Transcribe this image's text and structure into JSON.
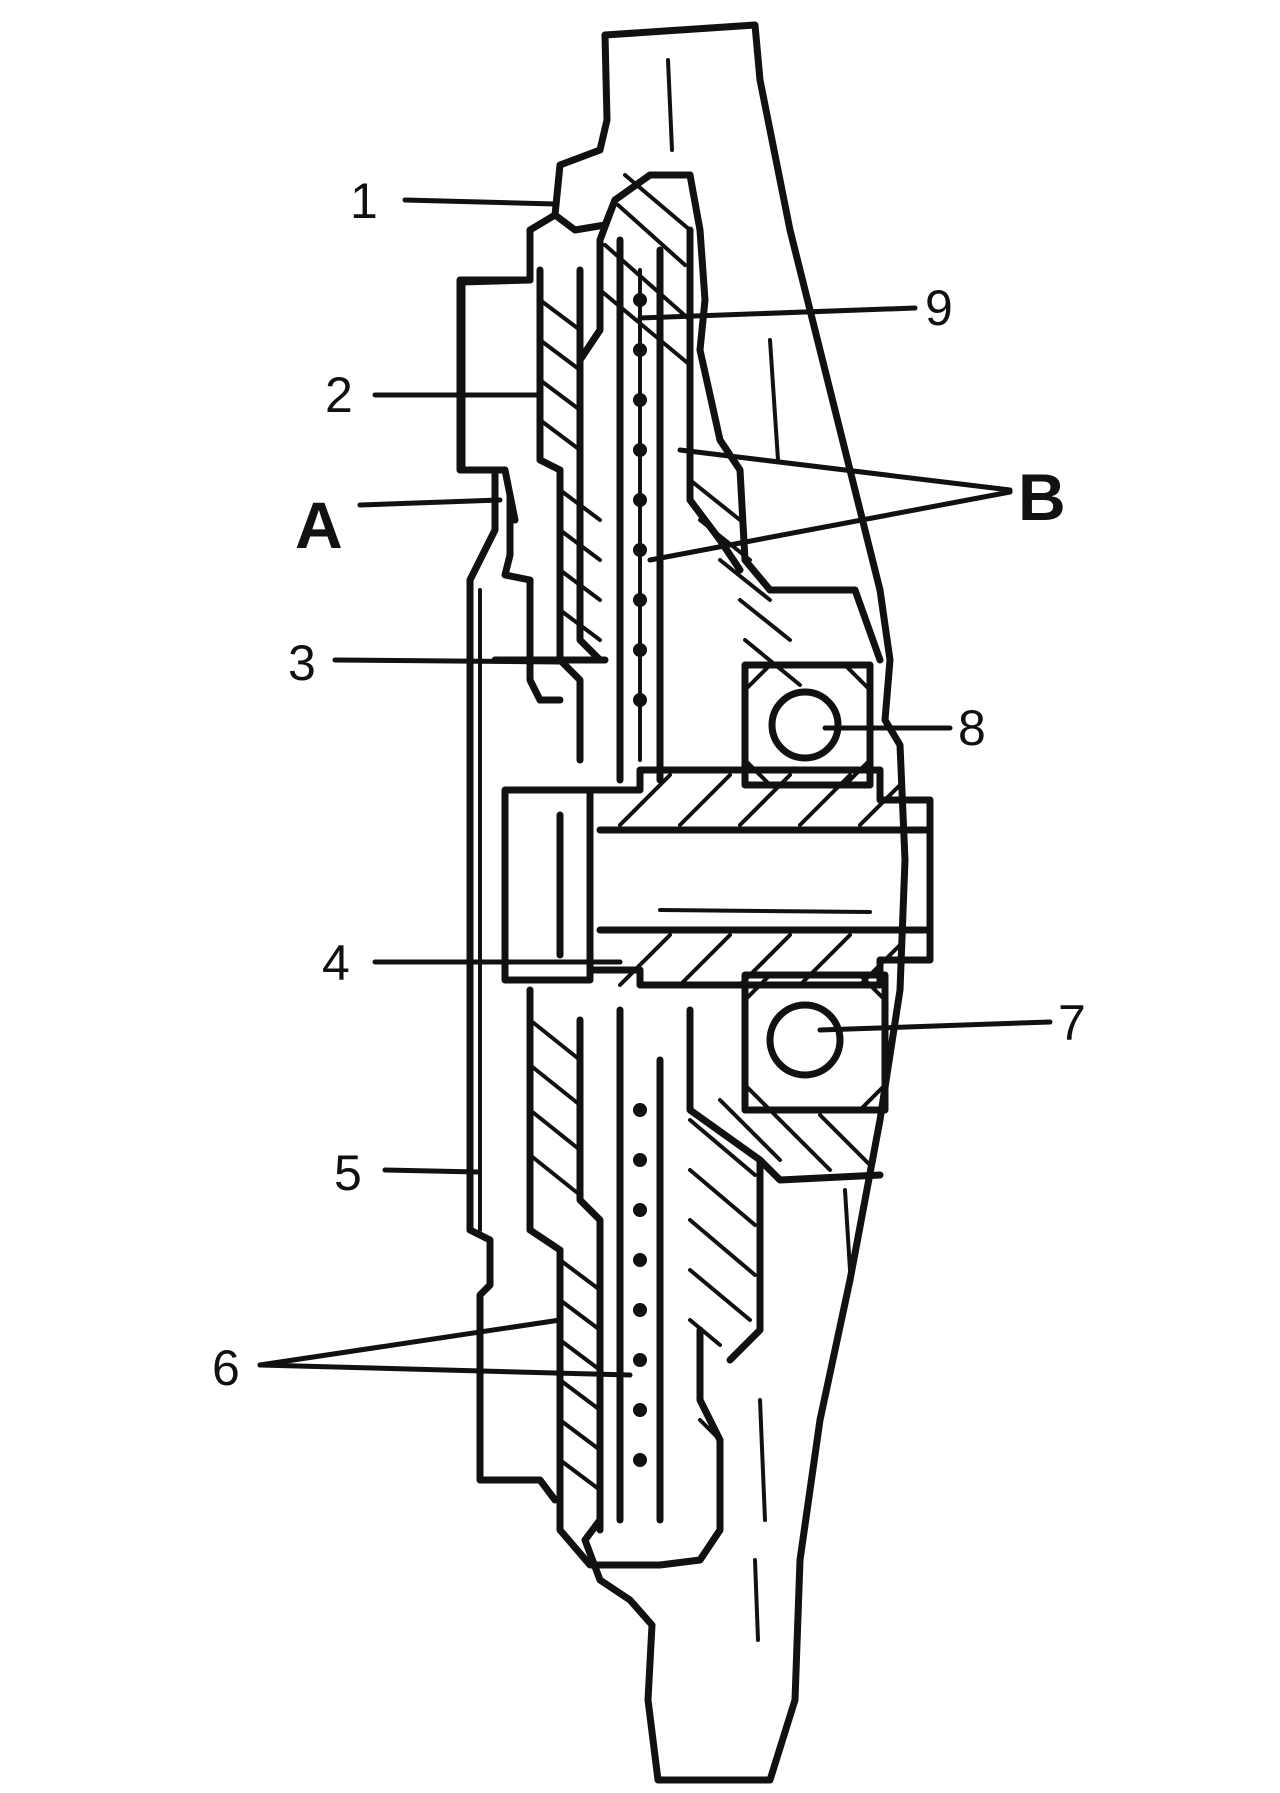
{
  "labels": {
    "one": "1",
    "two": "2",
    "three": "3",
    "four": "4",
    "five": "5",
    "six": "6",
    "seven": "7",
    "eight": "8",
    "nine": "9",
    "a": "A",
    "b": "B"
  },
  "colors": {
    "ink": "#111111",
    "paper": "#ffffff"
  }
}
